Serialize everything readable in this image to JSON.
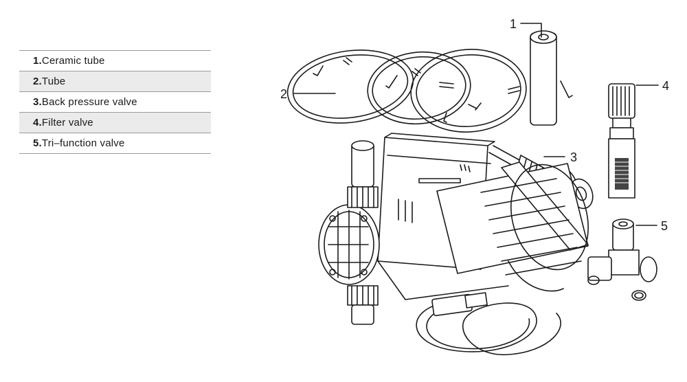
{
  "legend": {
    "items": [
      {
        "number": "1.",
        "label": "Ceramic tube"
      },
      {
        "number": "2.",
        "label": "Tube"
      },
      {
        "number": "3.",
        "label": "Back pressure valve"
      },
      {
        "number": "4.",
        "label": "Filter valve"
      },
      {
        "number": "5.",
        "label": "Tri–function valve"
      }
    ]
  },
  "callouts": [
    "1",
    "2",
    "3",
    "4",
    "5"
  ],
  "colors": {
    "line": "#1a1a1a",
    "row_shade": "#ebebeb",
    "rule": "#9a9a9a"
  }
}
